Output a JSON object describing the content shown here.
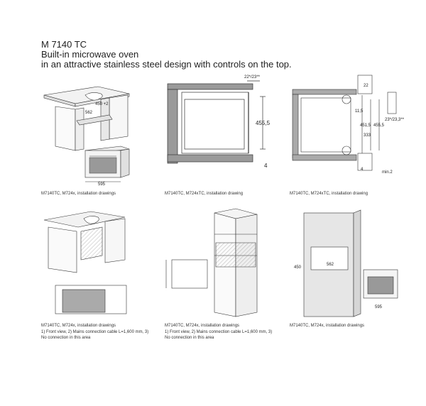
{
  "header": {
    "model": "M 7140 TC",
    "subtitle": "Built-in microwave oven",
    "description": "in an attractive stainless steel design with controls on the top."
  },
  "drawings": [
    {
      "caption": "M7140TC, M724x, installation drawings",
      "dims": {
        "height_mm": "450 +2",
        "depth_mm": "562",
        "width_mm": "595"
      }
    },
    {
      "caption": "M7140TC, M724xTC, installation drawing",
      "dims": {
        "top": "22*/23**",
        "height": "455,5",
        "bottom": "4"
      }
    },
    {
      "caption": "M7140TC, M724xTC, installation drawing",
      "dims": {
        "a": "22",
        "b": "11,5",
        "c": "451,5",
        "d": "455,5",
        "e": "333",
        "f": "23*/23,3**",
        "g": "4",
        "h": "min.2"
      }
    },
    {
      "caption": "M7140TC, M724x, installation drawings",
      "note": [
        "1) Front view, 2) Mains connection cable L=1,600 mm, 3)",
        "No connection in this area"
      ]
    },
    {
      "caption": "M7140TC, M724x, installation drawings",
      "note": [
        "1) Front view, 2) Mains connection cable L=1,600 mm, 3)",
        "No connection in this area"
      ]
    },
    {
      "caption": "M7140TC, M724x, installation drawings",
      "dims": {
        "height_mm": "450",
        "depth_mm": "562",
        "width_mm": "595"
      }
    }
  ]
}
